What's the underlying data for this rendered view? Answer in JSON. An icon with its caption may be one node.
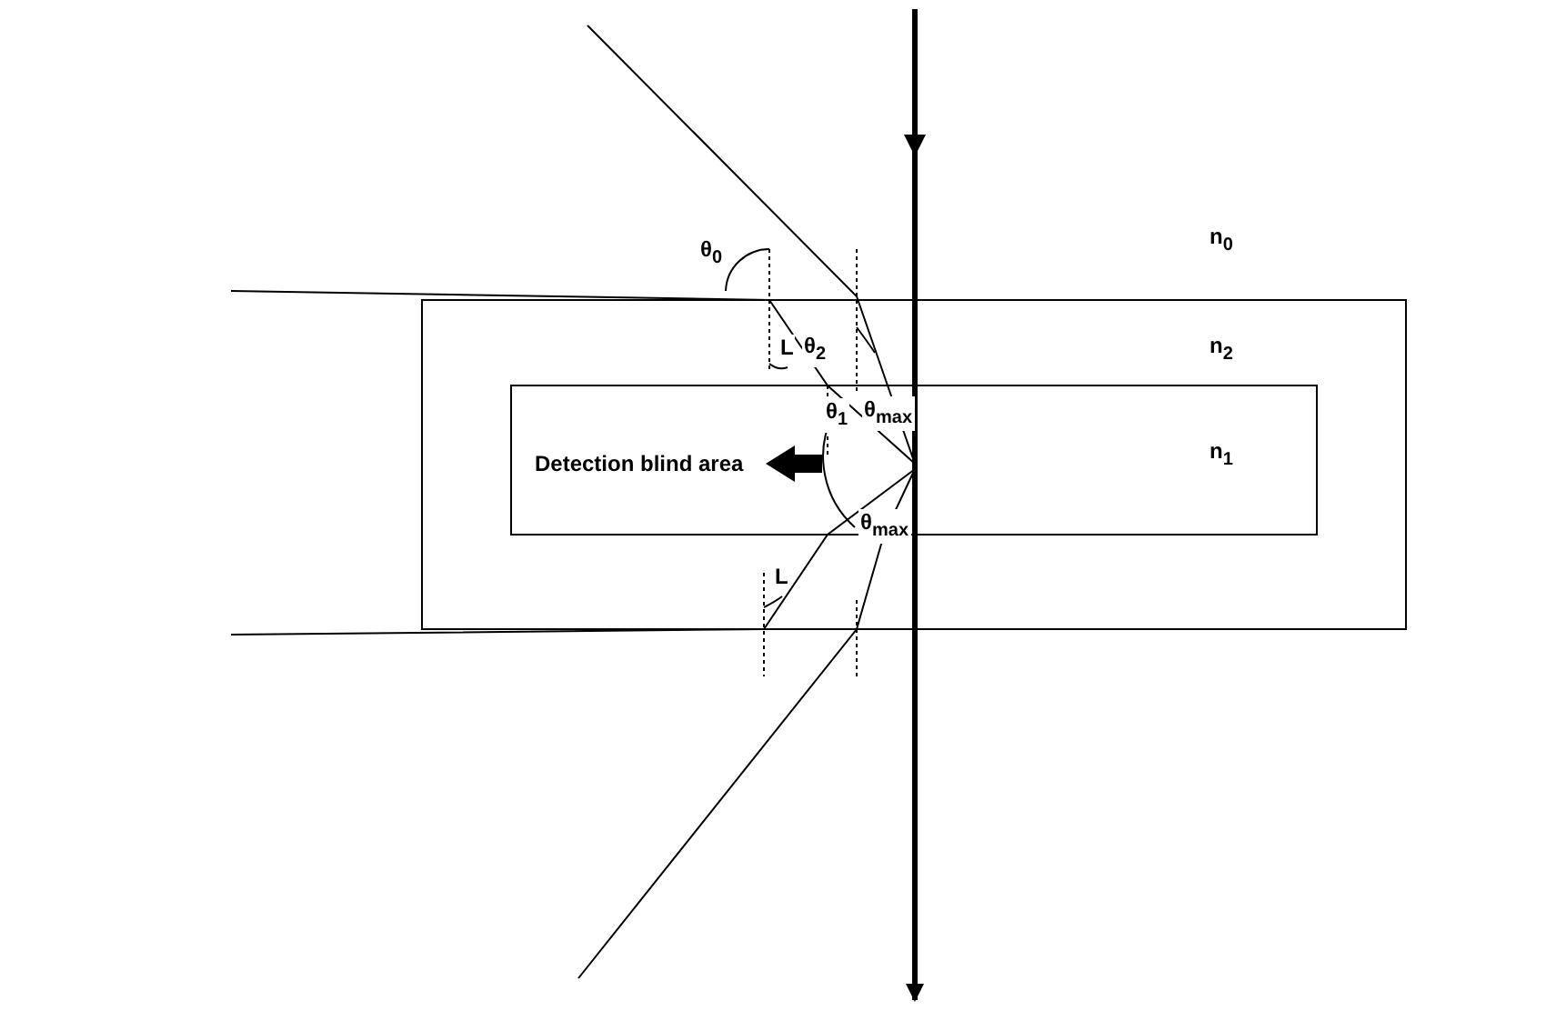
{
  "diagram": {
    "labels": [
      "θ$_{0}$",
      "n$_{0}$",
      "n$_{2}$",
      "L",
      "θ$_{2}$",
      "θ$_{1}$",
      "θ$_{max}$",
      "Detection blind area",
      "n$_{1}$",
      "θ$_{max}$",
      "L"
    ]
  }
}
